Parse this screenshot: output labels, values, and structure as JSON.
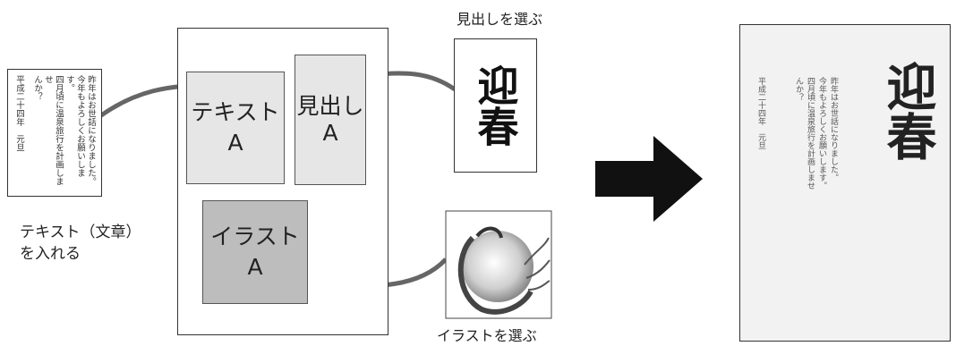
{
  "letter": {
    "body_col1": "昨年はお世話になりました。",
    "body_col2": "今年もよろしくお願いします。",
    "body_col3": "四月頃に温泉旅行を計画しませ",
    "body_col4": "んか？",
    "date_line": "平成二十四年　元旦"
  },
  "label_text": "テキスト（文章）\nを入れる",
  "label_heading": "見出しを選ぶ",
  "label_illust": "イラストを選ぶ",
  "template": {
    "text_slot": "テキスト\nA",
    "heading_slot": "見出し\nA",
    "illust_slot": "イラスト\nA"
  },
  "heading_art": "迎春",
  "colors": {
    "slot_light": "#e6e6e6",
    "slot_dark": "#bdbdbd",
    "arrow_gray": "#666666",
    "arrow_black": "#111111",
    "result_bg": "#f2f2f2"
  }
}
